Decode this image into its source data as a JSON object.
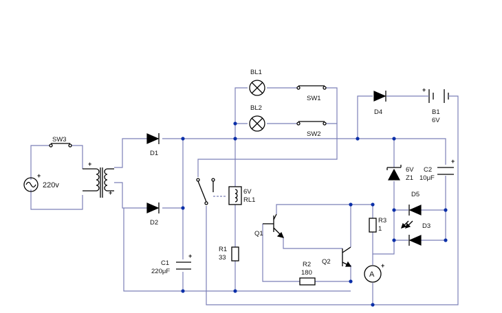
{
  "components": {
    "SW3": {
      "ref": "SW3"
    },
    "AC": {
      "value": "220v"
    },
    "D1": {
      "ref": "D1"
    },
    "D2": {
      "ref": "D2"
    },
    "C1": {
      "ref": "C1",
      "value": "220μF"
    },
    "RL1": {
      "ref": "RL1",
      "value": "6V"
    },
    "R1": {
      "ref": "R1",
      "value": "33"
    },
    "BL1": {
      "ref": "BL1"
    },
    "BL2": {
      "ref": "BL2"
    },
    "SW1": {
      "ref": "SW1"
    },
    "SW2": {
      "ref": "SW2"
    },
    "D4": {
      "ref": "D4"
    },
    "B1": {
      "ref": "B1",
      "value": "6V"
    },
    "Z1": {
      "value1": "6V",
      "value2": "Z1"
    },
    "C2": {
      "ref": "C2",
      "value": "10μF"
    },
    "D5": {
      "ref": "D5"
    },
    "D3": {
      "ref": "D3"
    },
    "Q1": {
      "ref": "Q1"
    },
    "Q2": {
      "ref": "Q2"
    },
    "R2": {
      "ref": "R2",
      "value": "180"
    },
    "R3": {
      "ref": "R3",
      "value": "1"
    },
    "meter": {
      "symbol": "A"
    }
  },
  "plus_sign": "+"
}
